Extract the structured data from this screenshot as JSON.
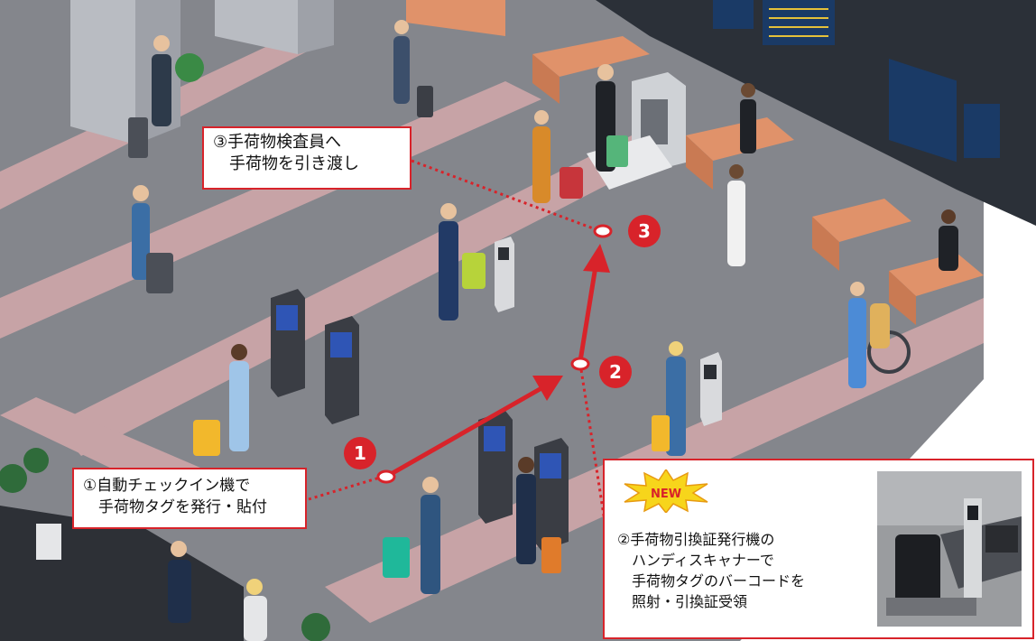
{
  "callouts": {
    "step3": {
      "lines": [
        "③手荷物検査員へ",
        "　手荷物を引き渡し"
      ]
    },
    "step1": {
      "lines": [
        "①自動チェックイン機で",
        "　手荷物タグを発行・貼付"
      ]
    },
    "step2": {
      "badge": "NEW",
      "lines": [
        "②手荷物引換証発行機の",
        "　ハンディスキャナーで",
        "　手荷物タグのバーコードを",
        "　照射・引換証受領"
      ]
    }
  },
  "markers": {
    "m1": "1",
    "m2": "2",
    "m3": "3"
  },
  "colors": {
    "accent": "#d8232a",
    "floor": "#7d7f85",
    "walkway": "#c7a3a6",
    "counter": "#e0926a",
    "burst": "#f7d51b"
  }
}
